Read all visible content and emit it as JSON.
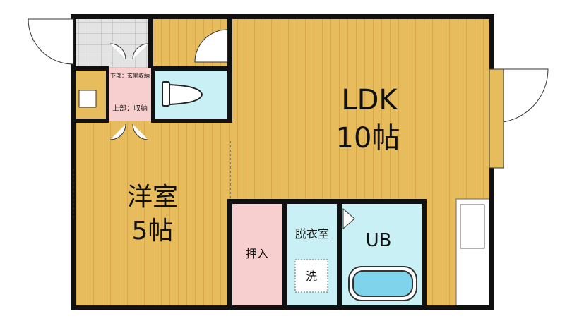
{
  "rooms": {
    "ldk": {
      "name": "LDK",
      "size": "10帖"
    },
    "western": {
      "name": "洋室",
      "size": "5帖"
    },
    "oshiire": "押入",
    "dressing": "脱衣室",
    "bath": "UB",
    "washer": "洗"
  },
  "storage": {
    "lower": "下部：玄関収納",
    "upper": "上部：収納"
  },
  "colors": {
    "wood": "#E7BC5C",
    "wood_line": "#D8A84A",
    "tile": "#C9F0F5",
    "closet": "#F8CFCF",
    "entry_tile": "#E3E3E3",
    "wall": "#111111"
  }
}
